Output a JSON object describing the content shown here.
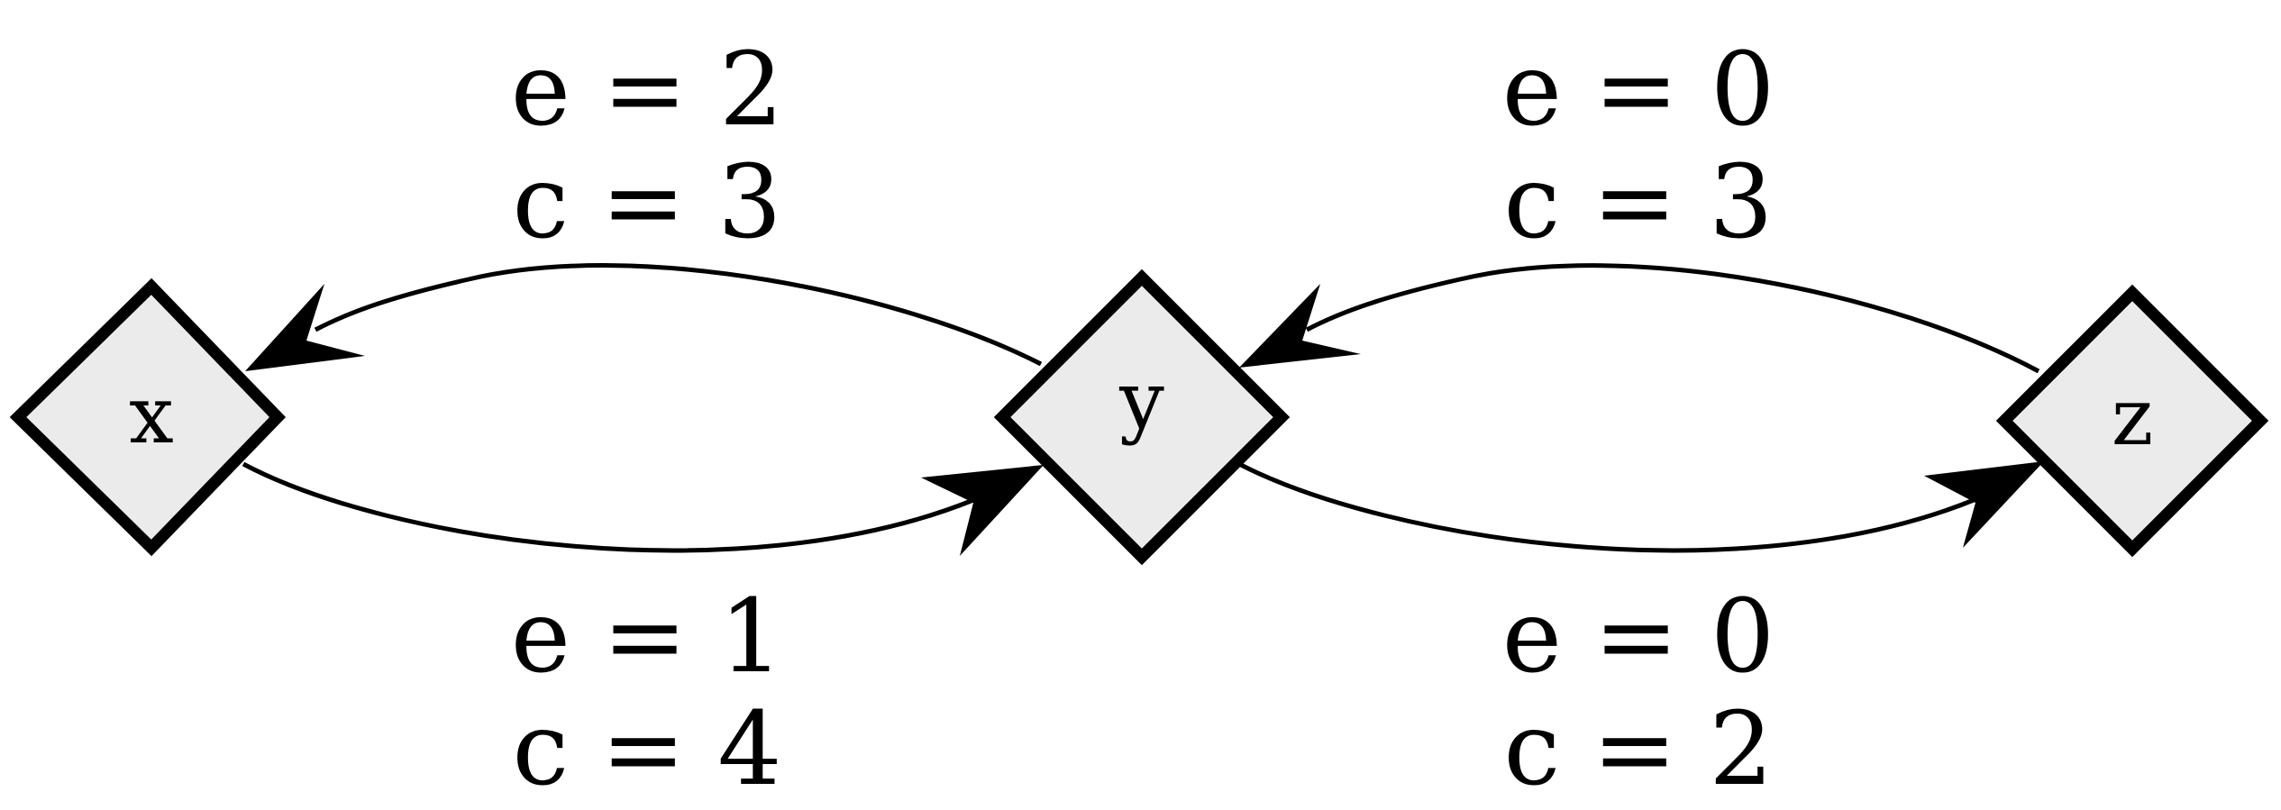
{
  "nodes": [
    {
      "id": "x",
      "label": "x"
    },
    {
      "id": "y",
      "label": "y"
    },
    {
      "id": "z",
      "label": "z"
    }
  ],
  "edges": [
    {
      "id": "y-to-x",
      "from": "y",
      "to": "x",
      "e_label": "e = 2",
      "c_label": "c = 3"
    },
    {
      "id": "x-to-y",
      "from": "x",
      "to": "y",
      "e_label": "e = 1",
      "c_label": "c = 4"
    },
    {
      "id": "z-to-y",
      "from": "z",
      "to": "y",
      "e_label": "e = 0",
      "c_label": "c = 3"
    },
    {
      "id": "y-to-z",
      "from": "y",
      "to": "z",
      "e_label": "e = 0",
      "c_label": "c = 2"
    }
  ]
}
